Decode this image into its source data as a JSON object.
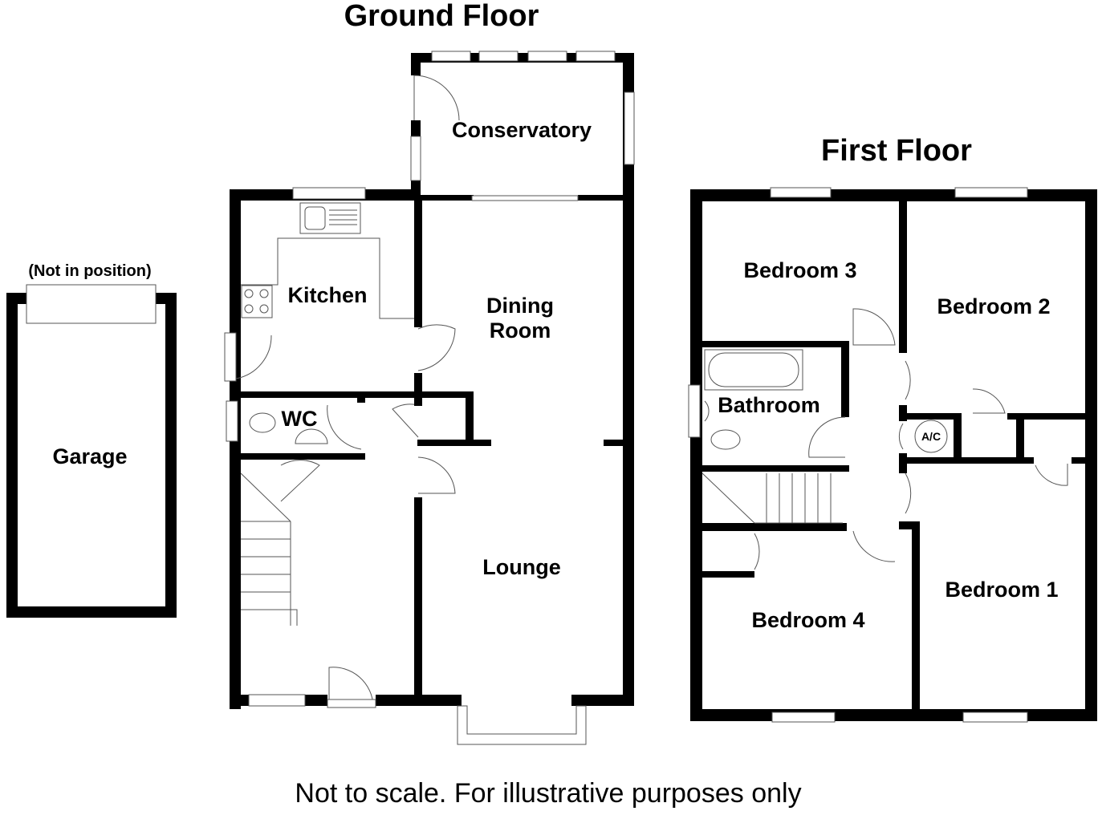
{
  "titles": {
    "ground_floor": "Ground Floor",
    "first_floor": "First Floor"
  },
  "garage": {
    "note": "(Not in position)",
    "label": "Garage"
  },
  "ground_floor_rooms": {
    "conservatory": "Conservatory",
    "kitchen": "Kitchen",
    "dining_line1": "Dining",
    "dining_line2": "Room",
    "wc": "WC",
    "lounge": "Lounge"
  },
  "first_floor_rooms": {
    "bedroom3": "Bedroom 3",
    "bedroom2": "Bedroom 2",
    "bathroom": "Bathroom",
    "ac": "A/C",
    "bedroom4": "Bedroom 4",
    "bedroom1": "Bedroom 1"
  },
  "footer": "Not to scale. For illustrative purposes only"
}
